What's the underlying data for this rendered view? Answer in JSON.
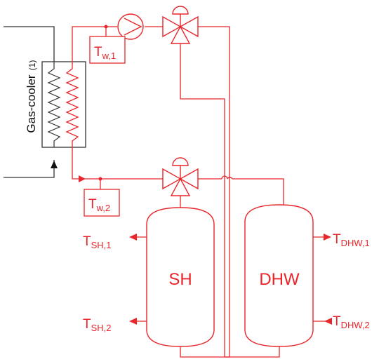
{
  "colors": {
    "water_circuit": "#e8262b",
    "refrigerant_circuit": "#333333"
  },
  "gas_cooler": {
    "label": "Gas-cooler",
    "note": "(1)"
  },
  "sensors": {
    "tw1": {
      "main": "T",
      "sub": "w,1"
    },
    "tw2": {
      "main": "T",
      "sub": "w,2"
    },
    "tsh1": {
      "main": "T",
      "sub": "SH,1"
    },
    "tsh2": {
      "main": "T",
      "sub": "SH,2"
    },
    "tdhw1": {
      "main": "T",
      "sub": "DHW,1"
    },
    "tdhw2": {
      "main": "T",
      "sub": "DHW,2"
    }
  },
  "tanks": {
    "sh": {
      "label": "SH"
    },
    "dhw": {
      "label": "DHW"
    }
  }
}
